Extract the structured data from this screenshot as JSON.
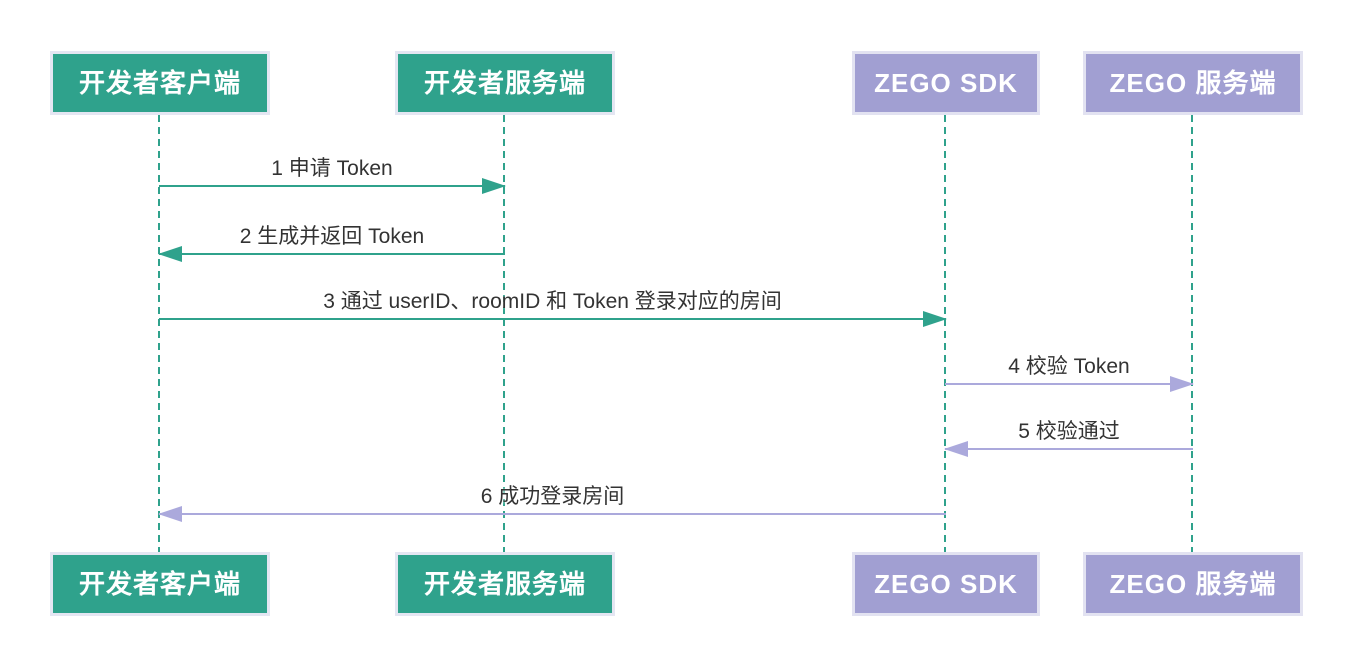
{
  "diagram": {
    "type": "sequence",
    "actors": [
      {
        "label": "开发者客户端",
        "role": "developer-client",
        "color": "#2fa28c"
      },
      {
        "label": "开发者服务端",
        "role": "developer-server",
        "color": "#2fa28c"
      },
      {
        "label": "ZEGO SDK",
        "role": "zego-sdk",
        "color": "#a19fd2"
      },
      {
        "label": "ZEGO 服务端",
        "role": "zego-server",
        "color": "#a19fd2"
      }
    ],
    "messages": [
      {
        "text": "1 申请 Token",
        "from": "开发者客户端",
        "to": "开发者服务端",
        "direction": "right",
        "arrow_color": "#2fa28c"
      },
      {
        "text": "2 生成并返回 Token",
        "from": "开发者服务端",
        "to": "开发者客户端",
        "direction": "left",
        "arrow_color": "#2fa28c"
      },
      {
        "text": "3 通过 userID、roomID 和 Token 登录对应的房间",
        "from": "开发者客户端",
        "to": "ZEGO SDK",
        "direction": "right",
        "arrow_color": "#2fa28c"
      },
      {
        "text": "4 校验 Token",
        "from": "ZEGO SDK",
        "to": "ZEGO 服务端",
        "direction": "right",
        "arrow_color": "#aba9dc"
      },
      {
        "text": "5 校验通过",
        "from": "ZEGO 服务端",
        "to": "ZEGO SDK",
        "direction": "left",
        "arrow_color": "#aba9dc"
      },
      {
        "text": "6 成功登录房间",
        "from": "ZEGO SDK",
        "to": "开发者客户端",
        "direction": "left",
        "arrow_color": "#aba9dc"
      }
    ],
    "colors": {
      "actor_green": "#2fa28c",
      "actor_purple": "#a19fd2",
      "lifeline": "#2fa28c",
      "arrow_green": "#2fa28c",
      "arrow_purple": "#aba9dc",
      "message_text": "#333333",
      "background": "#ffffff"
    }
  }
}
